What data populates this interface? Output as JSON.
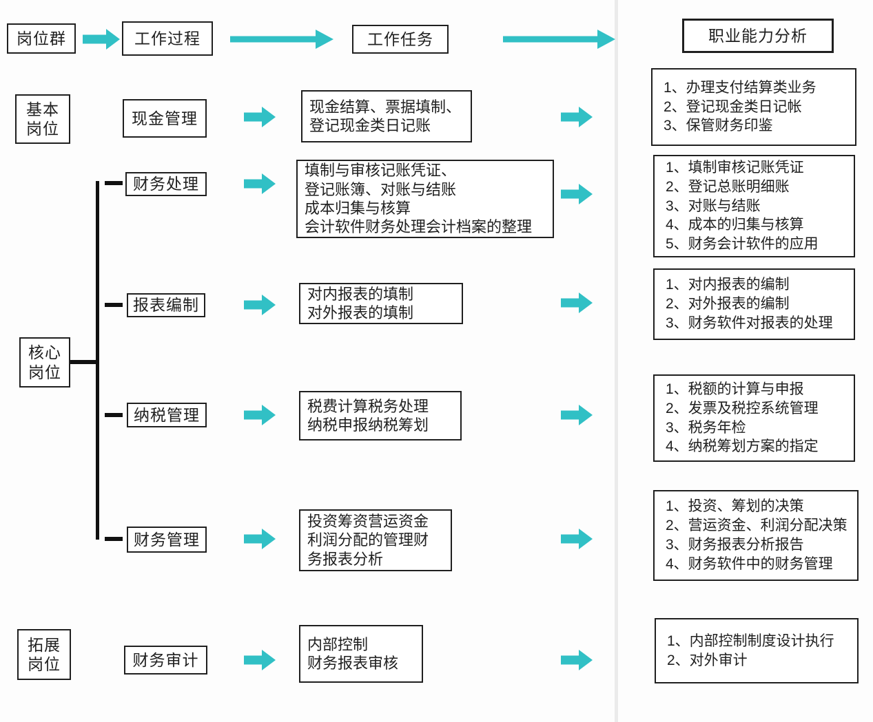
{
  "colors": {
    "arrow": "#31c0c5",
    "border": "#1f1f1f",
    "divider": "#ebebeb"
  },
  "header": {
    "position_group": "岗位群",
    "work_process": "工作过程",
    "work_task": "工作任务",
    "ability_analysis": "职业能力分析"
  },
  "groups": [
    {
      "name": "basic",
      "label_lines": [
        "基本",
        "岗位"
      ]
    },
    {
      "name": "core",
      "label_lines": [
        "核心",
        "岗位"
      ]
    },
    {
      "name": "extend",
      "label_lines": [
        "拓展",
        "岗位"
      ]
    }
  ],
  "rows": [
    {
      "process": "现金管理",
      "task_lines": [
        "现金结算、票据填制、",
        "登记现金类日记账"
      ],
      "abilities": [
        "1、办理支付结算类业务",
        "2、登记现金类日记帐",
        "3、保管财务印鉴"
      ]
    },
    {
      "process": "财务处理",
      "task_lines": [
        "填制与审核记账凭证、",
        "登记账簿、对账与结账",
        "成本归集与核算",
        "会计软件财务处理会计档案的整理"
      ],
      "abilities": [
        "1、填制审核记账凭证",
        "2、登记总账明细账",
        "3、对账与结账",
        "4、成本的归集与核算",
        "5、财务会计软件的应用"
      ]
    },
    {
      "process": "报表编制",
      "task_lines": [
        "对内报表的填制",
        "对外报表的填制"
      ],
      "abilities": [
        "1、对内报表的编制",
        "2、对外报表的编制",
        "3、财务软件对报表的处理"
      ]
    },
    {
      "process": "纳税管理",
      "task_lines": [
        "税费计算税务处理",
        "纳税申报纳税筹划"
      ],
      "abilities": [
        "1、税额的计算与申报",
        "2、发票及税控系统管理",
        "3、税务年检",
        "4、纳税筹划方案的指定"
      ]
    },
    {
      "process": "财务管理",
      "task_lines": [
        "投资筹资营运资金",
        "利润分配的管理财",
        "务报表分析"
      ],
      "abilities": [
        "1、投资、筹划的决策",
        "2、营运资金、利润分配决策",
        "3、财务报表分析报告",
        "4、财务软件中的财务管理"
      ]
    },
    {
      "process": "财务审计",
      "task_lines": [
        "内部控制",
        "财务报表审核"
      ],
      "abilities": [
        "1、内部控制制度设计执行",
        "2、对外审计"
      ]
    }
  ]
}
